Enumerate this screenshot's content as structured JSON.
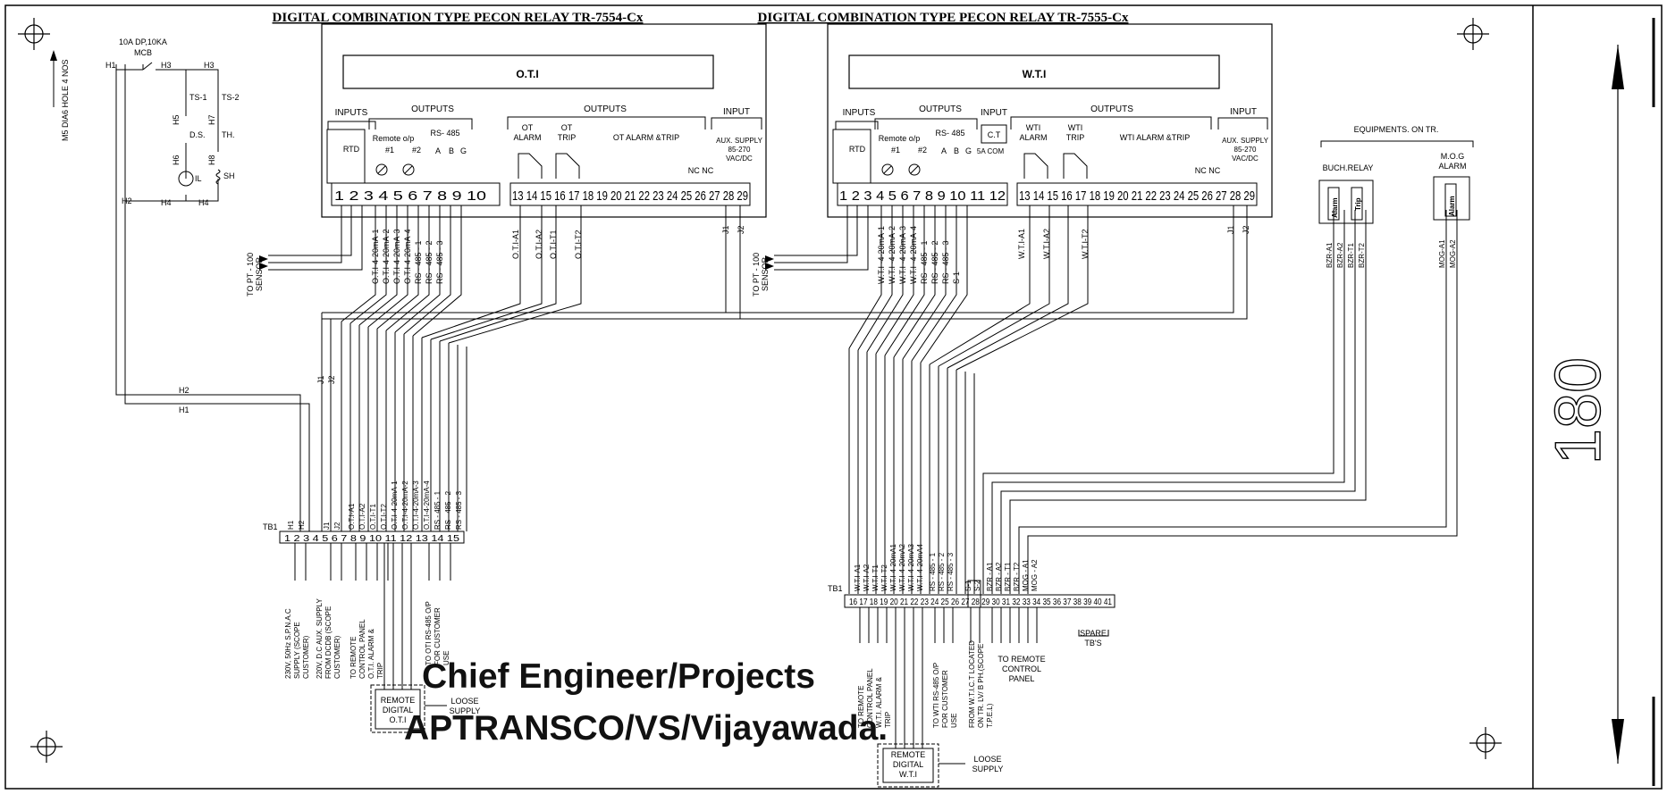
{
  "relay1": {
    "title": "DIGITAL COMBINATION TYPE PECON RELAY TR-7554-Cx",
    "display": "O.T.I",
    "inputs_label": "INPUTS",
    "outputs_label": "OUTPUTS",
    "outputs2_label": "OUTPUTS",
    "input_label": "INPUT",
    "rtd": "RTD",
    "remote_op": "Remote o/p",
    "rs485": "RS- 485",
    "ch1": "#1",
    "ch2": "#2",
    "abg": [
      "A",
      "B",
      "G"
    ],
    "alarm": [
      "OT",
      "ALARM"
    ],
    "trip": [
      "OT",
      "TRIP"
    ],
    "alarm_trip": "OT ALARM &TRIP",
    "nc": "NC NC",
    "aux": [
      "AUX. SUPPLY",
      "85-270",
      "VAC/DC"
    ],
    "terminals": "1 2 3 4 5 6 7 8 9 10",
    "terminals2": "13 14 15 16 17 18 19 20 21 22 23 24 25 26 27 28 29",
    "wire_labels": [
      "O.T.I-4-20mA-1",
      "O.T.I-4-20mA-2",
      "O.T.I-4-20mA-3",
      "O.T.I-4-20mA-4",
      "RS - 485 - 1",
      "RS - 485 - 2",
      "RS - 485 - 3"
    ],
    "alarm_wires": [
      "O.T.I-A1",
      "O.T.I-A2",
      "O.T.I-T1",
      "O.T.I-T2"
    ],
    "sensor": [
      "TO PT - 100",
      "SENSOR"
    ]
  },
  "relay2": {
    "title": "DIGITAL COMBINATION TYPE PECON RELAY TR-7555-Cx",
    "display": "W.T.I",
    "inputs_label": "INPUTS",
    "outputs_label": "OUTPUTS",
    "outputs2_label": "OUTPUTS",
    "input_label": "INPUT",
    "input_ct": "INPUT",
    "ct": "C.T",
    "ct_terms": "5A COM",
    "rtd": "RTD",
    "remote_op": "Remote o/p",
    "rs485": "RS- 485",
    "ch1": "#1",
    "ch2": "#2",
    "abg": [
      "A",
      "B",
      "G"
    ],
    "alarm": [
      "WTI",
      "ALARM"
    ],
    "trip": [
      "WTI",
      "TRIP"
    ],
    "alarm_trip": "WTI ALARM &TRIP",
    "nc": "NC NC",
    "aux": [
      "AUX. SUPPLY",
      "85-270",
      "VAC/DC"
    ],
    "terminals": "1 2 3 4 5 6 7 8 9 10 11 12",
    "terminals2": "13 14 15 16 17 18 19 20 21 22 23 24 25 26 27 28 29",
    "wire_labels": [
      "W.T.I -4-20mA-1",
      "W.T.I -4-20mA-2",
      "W.T.I -4-20mA-3",
      "W.T.I -4-20mA-4",
      "RS - 485 - 1",
      "RS - 485 - 2",
      "RS - 485 - 3",
      "S-1"
    ],
    "alarm_wires": [
      "W.T.I-A1",
      "W.T.I-A2",
      "W.T.I-T2"
    ],
    "sensor": [
      "TO PT - 100",
      "SENSOR"
    ]
  },
  "mcb": {
    "label": [
      "10A DP,10KA",
      "MCB"
    ],
    "h_labels": [
      "H1",
      "H3",
      "H3",
      "H5",
      "H7",
      "H6",
      "H8",
      "H2",
      "H4",
      "H4"
    ],
    "switches": [
      "TS-1",
      "TS-2",
      "D.S.",
      "TH.",
      "IL",
      "SH"
    ]
  },
  "hole_label": "M5 DIA6 HOLE 4 NOS",
  "equipment": {
    "title": "EQUIPMENTS. ON TR.",
    "buch": "BUCH.RELAY",
    "mog": [
      "M.O.G",
      "ALARM"
    ],
    "alarm": "Alarm",
    "trip": "Trip",
    "buch_wires": [
      "BZR-A1",
      "BZR-A2",
      "BZR-T1",
      "BZR-T2"
    ],
    "mog_wires": [
      "MOG-A1",
      "MOG-A2"
    ]
  },
  "j_labels": [
    "J1",
    "J2"
  ],
  "h_bus": [
    "H2",
    "H1"
  ],
  "tb1": {
    "label": "TB1",
    "terminals": "1 2 3 4 5 6 7 8 9 10 11 12 13 14 15",
    "wire_labels": [
      "H1",
      "H2",
      "J1",
      "J2",
      "O.T.I-A1",
      "O.T.I-A2",
      "O.T.I-T1",
      "O.T.I-T2",
      "O.T.I-4-20mA-1",
      "O.T.I-4-20mA-2",
      "O.T.I-4-20mA-3",
      "O.T.I-4-20mA-4",
      "RS - 485 - 1",
      "RS - 485 - 2",
      "RS - 485 - 3"
    ],
    "notes": [
      [
        "230V, 50Hz S.P.N.A.C",
        "SUPPLY (SCOPE",
        "CUSTOMER)"
      ],
      [
        "220V, D.C AUX. SUPPLY",
        "FROM DCDB (SCOPE",
        "CUSTOMER)"
      ],
      [
        "TO REMOTE",
        "CONTROL PANEL",
        "O.T.I. ALARM &",
        "TRIP"
      ],
      [
        "TO OTI RS-485 O/P",
        "FOR CUSTOMER",
        "USE"
      ]
    ]
  },
  "tb2": {
    "label": "TB1",
    "terminals": "16 17 18 19 20 21 22 23 24 25 26 27 28 29 30 31 32 33 34 35 36 37 38 39 40 41",
    "wire_labels": [
      "W.T.I-A1",
      "W.T.I-A2",
      "W.T.I-T1",
      "W.T.I-T2",
      "W.T.I-4-20mA1",
      "W.T.I-4-20mA2",
      "W.T.I-4-20mA3",
      "W.T.I-4-20mA4",
      "RS - 485 - 1",
      "RS - 485 - 2",
      "RS - 485 - 3",
      "S-1",
      "S-2",
      "BZR - A1",
      "BZR - A2",
      "BZR - T1",
      "BZR - T2",
      "MOG - A1",
      "MOG - A2"
    ],
    "notes": [
      [
        "TO REMOTE",
        "CONTROL PANEL",
        "W.T.I. ALARM &",
        "TRIP"
      ],
      [
        "TO WTI RS-485 O/P",
        "FOR CUSTOMER",
        "USE"
      ],
      [
        "FROM W.T.I.C.T LOCATED",
        "ON TR. LV/ B PH.(SCOPE",
        "T.P.E.L)"
      ],
      [
        "TO REMOTE",
        "CONTROL",
        "PANEL"
      ],
      [
        "SPARE",
        "TB'S"
      ]
    ]
  },
  "remote1": {
    "label": [
      "REMOTE",
      "DIGITAL",
      "O.T.I"
    ],
    "loose": [
      "LOOSE",
      "SUPPLY"
    ]
  },
  "remote2": {
    "label": [
      "REMOTE",
      "DIGITAL",
      "W.T.I"
    ],
    "loose": [
      "LOOSE",
      "SUPPLY"
    ]
  },
  "dimension": "180",
  "watermark": [
    "Chief Engineer/Projects",
    "APTRANSCO/VS/Vijayawada."
  ]
}
